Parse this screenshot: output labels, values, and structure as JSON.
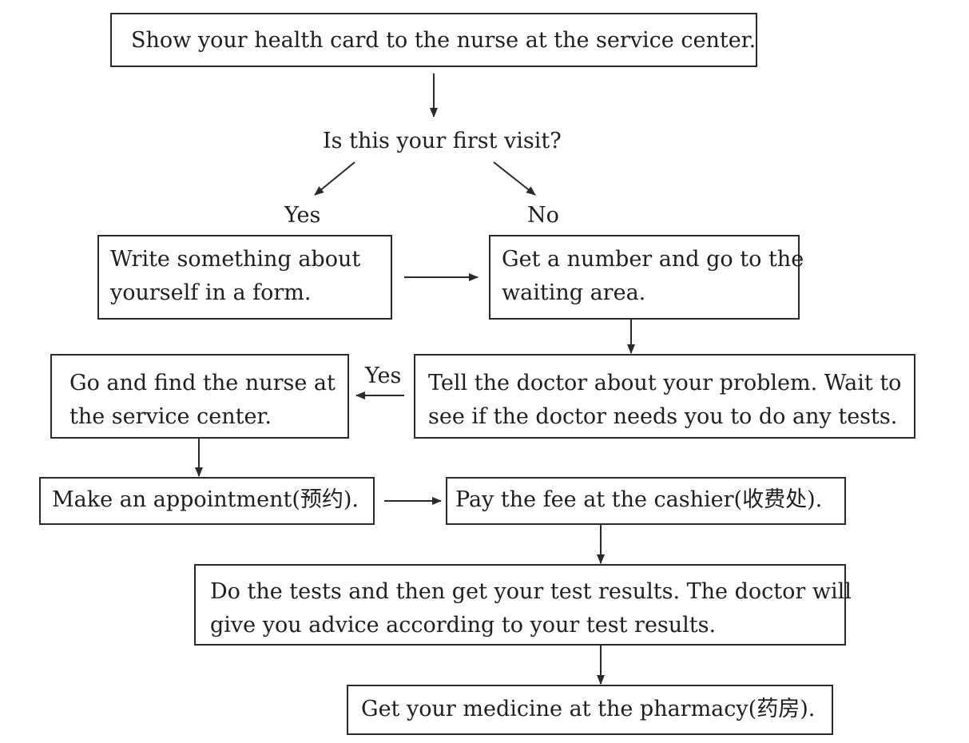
{
  "steps": {
    "start": [
      "Show your health card to the nurse at the service center."
    ],
    "form": [
      "Write something about",
      "yourself in a form."
    ],
    "number": [
      "Get a number and go to the",
      "waiting area."
    ],
    "find_nurse": [
      "Go and find the nurse at",
      "the service center."
    ],
    "tell_doctor": [
      "Tell the doctor about your problem. Wait to",
      "see if the doctor needs you to do any tests."
    ],
    "appointment": [
      "Make an appointment(预约)."
    ],
    "pay": [
      "Pay the fee at the cashier(收费处)."
    ],
    "tests": [
      "Do the tests and then get your test results. The doctor will",
      "give you advice according to your test results."
    ],
    "medicine": [
      "Get your medicine at the pharmacy(药房)."
    ]
  },
  "question": "Is this your first visit?",
  "labels": {
    "yes": "Yes",
    "no": "No",
    "yes_tests": "Yes"
  },
  "colors": {
    "line": "#2a2a2a",
    "text": "#1e1e1e",
    "background": "#ffffff"
  }
}
